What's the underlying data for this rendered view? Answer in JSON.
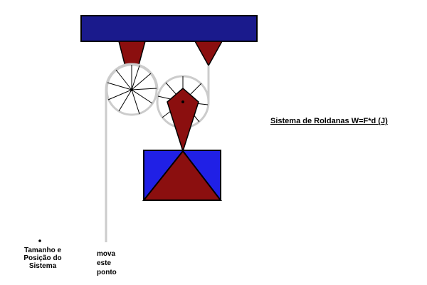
{
  "title": "Sistema de Roldanas  W=F*d (J)",
  "size_control": {
    "lines": [
      "Tamanho e",
      "Posição do",
      "Sistema"
    ]
  },
  "move_handle": {
    "lines": [
      "mova",
      "este",
      "ponto"
    ]
  },
  "colors": {
    "beam": "#1a1a8c",
    "support": "#8b0f0f",
    "block": "#2020e6",
    "rope": "#cccccc",
    "outline": "#000000",
    "background": "#ffffff"
  }
}
